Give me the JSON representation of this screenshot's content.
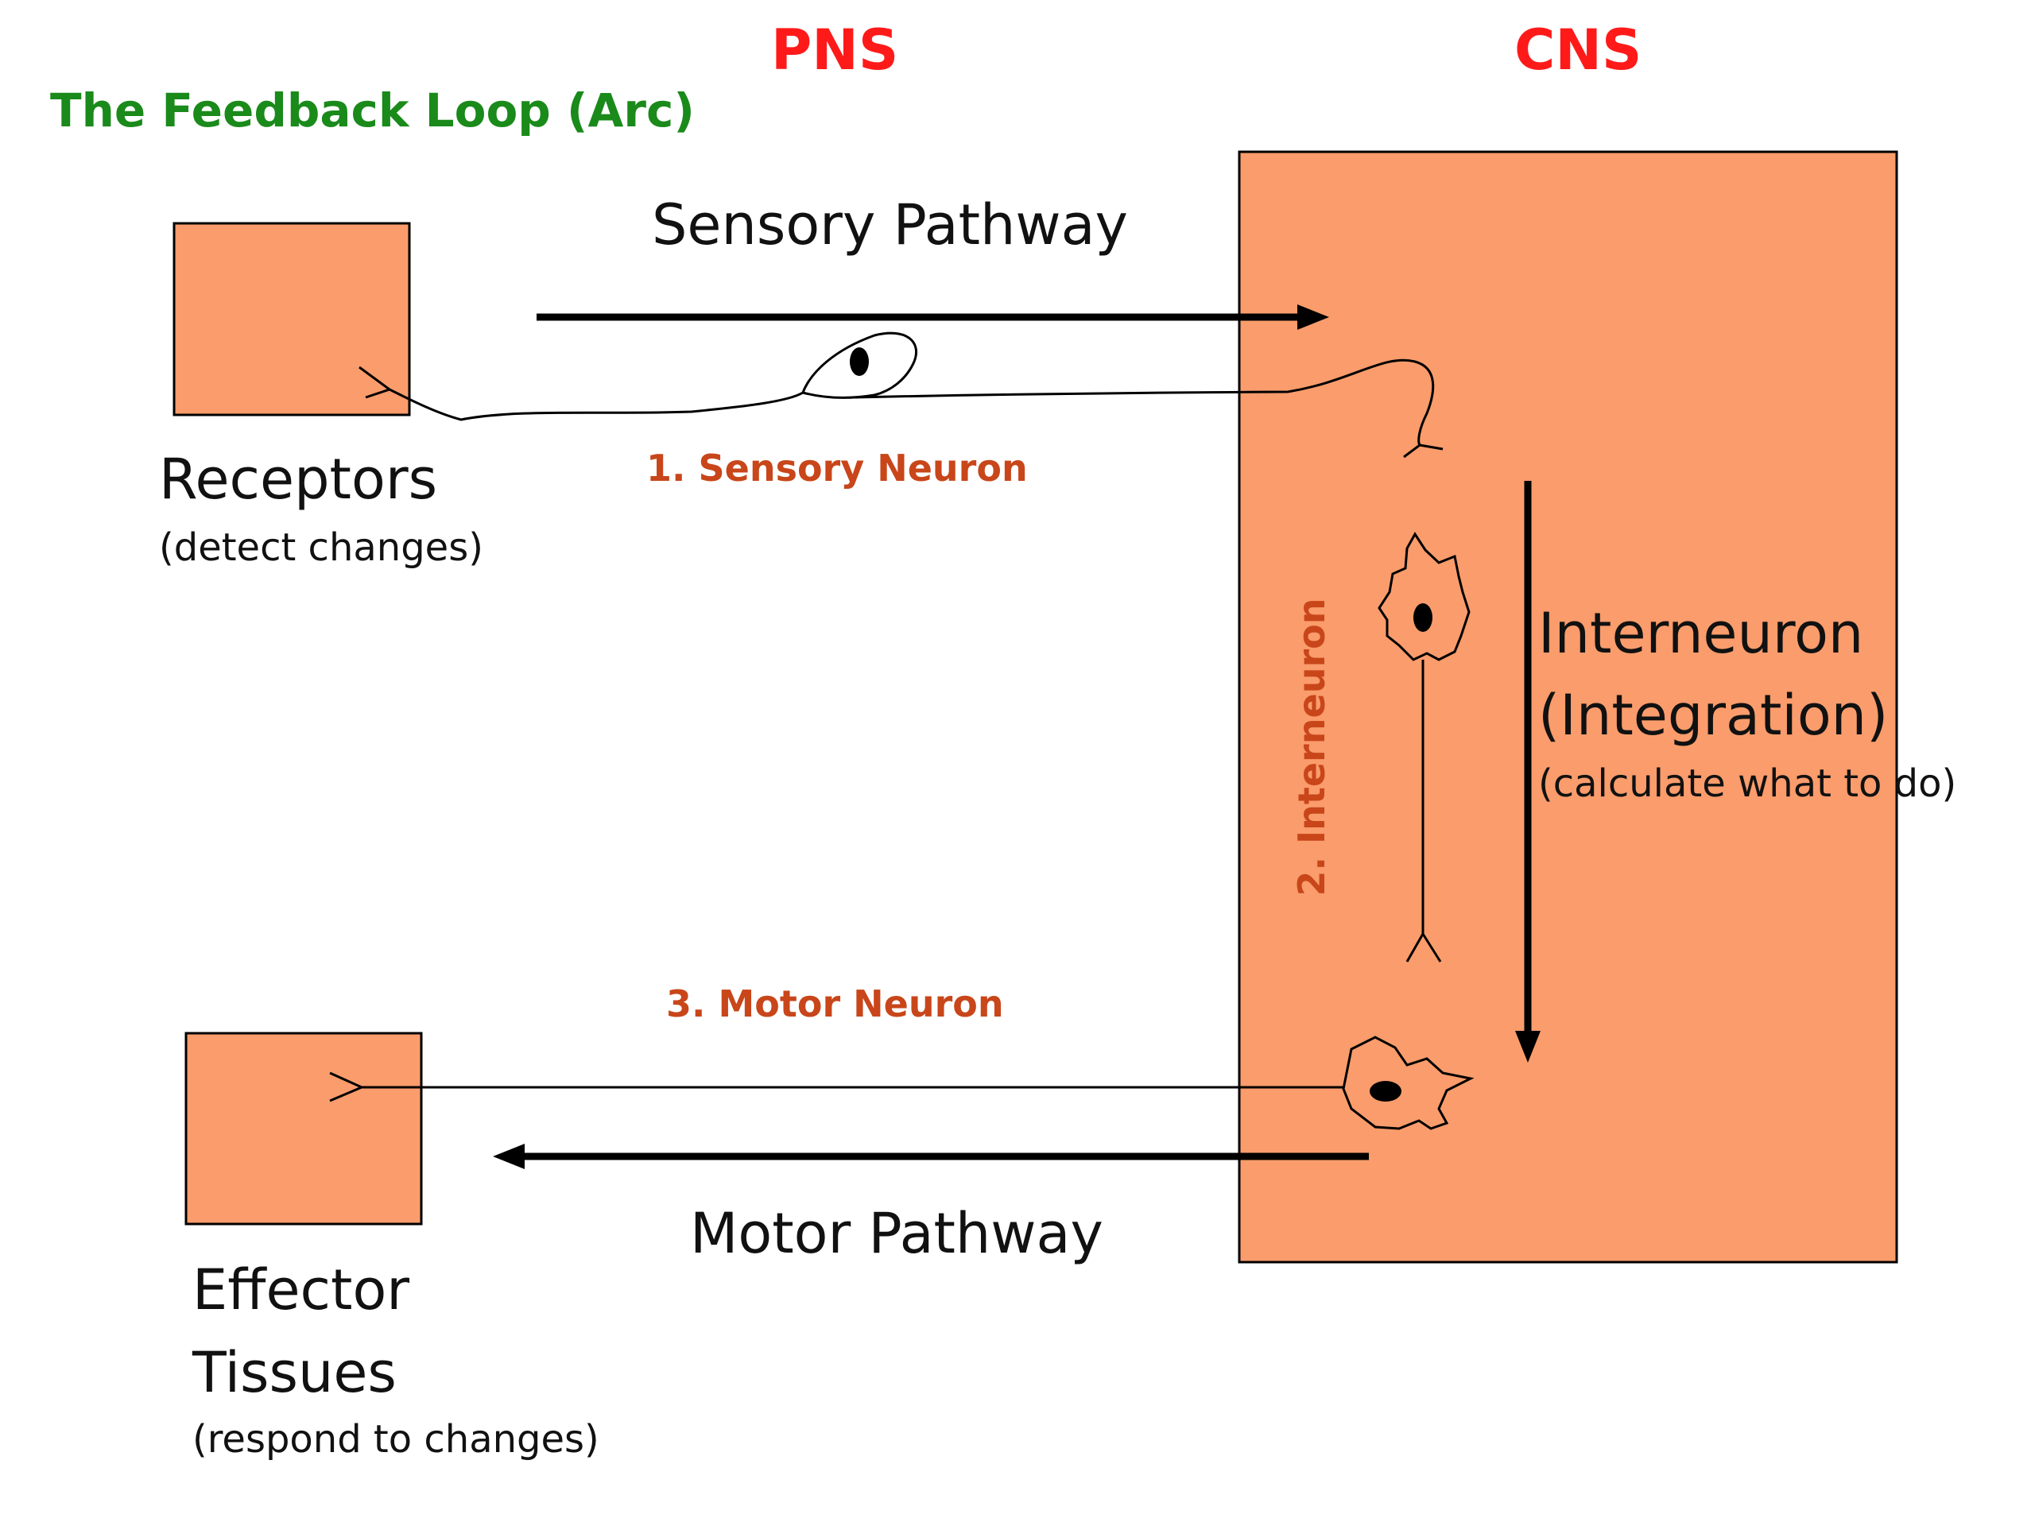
{
  "title": "The Feedback Loop (Arc)",
  "headers": {
    "pns": "PNS",
    "cns": "CNS"
  },
  "receptors": {
    "label": "Receptors",
    "description": "(detect changes)"
  },
  "sensory": {
    "pathway_label": "Sensory Pathway",
    "neuron_label": "1. Sensory Neuron"
  },
  "interneuron": {
    "neuron_label": "2. Interneuron",
    "title": "Interneuron",
    "subtitle": "(Integration)",
    "description": "(calculate what to do)"
  },
  "motor": {
    "neuron_label": "3. Motor Neuron",
    "pathway_label": "Motor Pathway"
  },
  "effector": {
    "label_line1": "Effector",
    "label_line2": "Tissues",
    "description": "(respond to changes)"
  },
  "colors": {
    "box_fill": "#fa9c6c",
    "title": "#1a8a1a",
    "header": "#ff1a1a",
    "neuron_label": "#c8461a",
    "text": "#111111",
    "line": "#000000"
  }
}
